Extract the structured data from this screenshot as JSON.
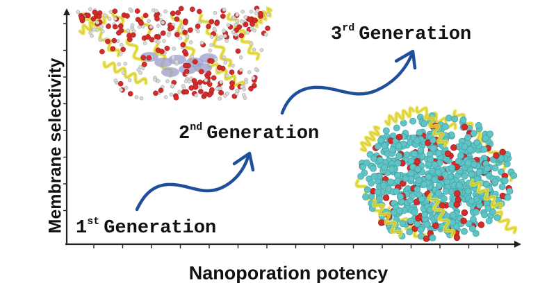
{
  "axes": {
    "y_label": "Membrane selectivity",
    "x_label": "Nanoporation potency"
  },
  "generations": [
    {
      "number": "1",
      "suffix": "st",
      "word": "Generation"
    },
    {
      "number": "2",
      "suffix": "nd",
      "word": "Generation"
    },
    {
      "number": "3",
      "suffix": "rd",
      "word": "Generation"
    }
  ],
  "colors": {
    "arrow": "#1f4f9a",
    "helix": "#e8dd3a",
    "oxygen": "#d42a2a",
    "hydrogen": "#d8d8d8",
    "carbon_cyan": "#5fc4c6",
    "pore_lavender": "#9fa3cf"
  }
}
